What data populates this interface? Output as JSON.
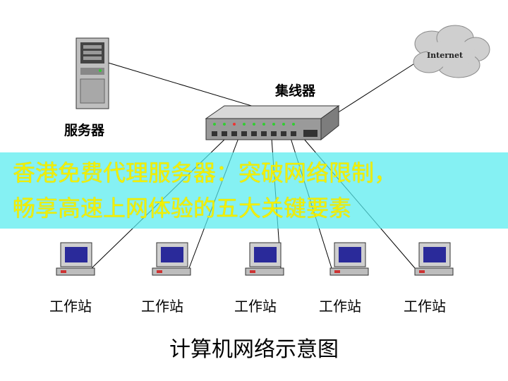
{
  "diagram": {
    "hub_label": "集线器",
    "server_label": "服务器",
    "internet_label": "Internet",
    "workstations": [
      {
        "label": "工作站"
      },
      {
        "label": "工作站"
      },
      {
        "label": "工作站"
      },
      {
        "label": "工作站"
      },
      {
        "label": "工作站"
      }
    ],
    "caption": "计算机网络示意图"
  },
  "banner": {
    "line1": "香港免费代理服务器：突破网络限制，",
    "line2": "畅享高速上网体验的五大关键要素",
    "background_color": "#56ecee",
    "text_color": "#f3f000"
  }
}
